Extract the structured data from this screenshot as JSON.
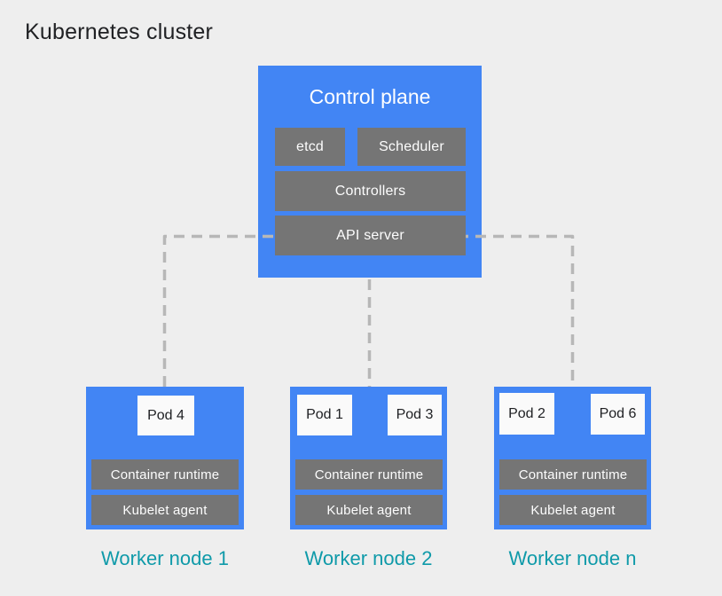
{
  "title": "Kubernetes cluster",
  "control_plane": {
    "title": "Control plane",
    "etcd": "etcd",
    "scheduler": "Scheduler",
    "controllers": "Controllers",
    "api_server": "API server"
  },
  "worker_nodes": [
    {
      "label": "Worker node 1",
      "pods": [
        "Pod 4"
      ],
      "container_runtime": "Container runtime",
      "kubelet_agent": "Kubelet agent"
    },
    {
      "label": "Worker node 2",
      "pods": [
        "Pod 1",
        "Pod 3"
      ],
      "container_runtime": "Container runtime",
      "kubelet_agent": "Kubelet agent"
    },
    {
      "label": "Worker node n",
      "pods": [
        "Pod 2",
        "Pod 6"
      ],
      "container_runtime": "Container runtime",
      "kubelet_agent": "Kubelet agent"
    }
  ],
  "colors": {
    "background": "#eeeeee",
    "node_blue": "#4285f4",
    "component_gray": "#757575",
    "pod_white": "#fafafa",
    "connector_gray": "#b7b7b7",
    "label_teal": "#0f9aa9",
    "text_dark": "#202124",
    "text_light": "#ffffff"
  }
}
